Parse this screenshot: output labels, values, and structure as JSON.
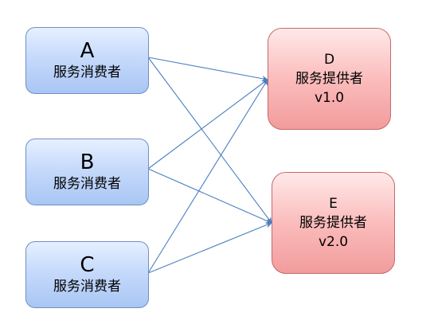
{
  "consumers": [
    {
      "letter": "A",
      "label": "服务消费者"
    },
    {
      "letter": "B",
      "label": "服务消费者"
    },
    {
      "letter": "C",
      "label": "服务消费者"
    }
  ],
  "providers": [
    {
      "letter": "D",
      "label": "服务提供者",
      "version": "v1.0"
    },
    {
      "letter": "E",
      "label": "服务提供者",
      "version": "v2.0"
    }
  ],
  "edges": [
    {
      "from": "A",
      "to": "D"
    },
    {
      "from": "A",
      "to": "E"
    },
    {
      "from": "B",
      "to": "D"
    },
    {
      "from": "B",
      "to": "E"
    },
    {
      "from": "C",
      "to": "D"
    },
    {
      "from": "C",
      "to": "E"
    }
  ],
  "colors": {
    "edge": "#4a7fc0",
    "consumer_border": "#6f8fc4",
    "provider_border": "#c46a6a"
  }
}
